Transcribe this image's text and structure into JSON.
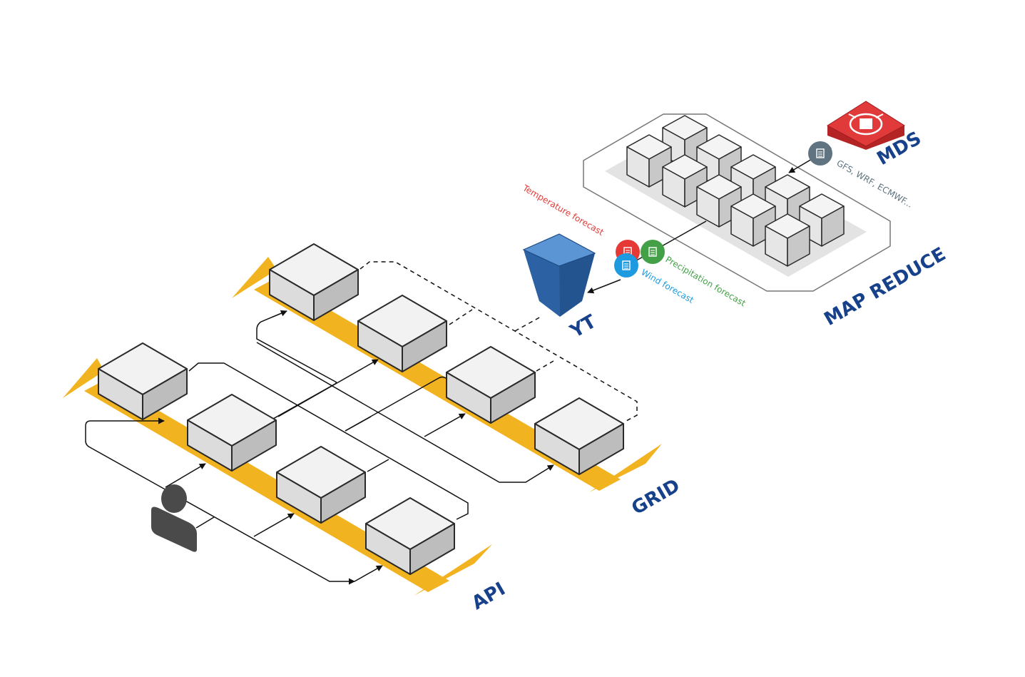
{
  "labels": {
    "api": "API",
    "grid": "GRID",
    "yt": "YT",
    "map_reduce": "MAP REDUCE",
    "mds": "MDS"
  },
  "data_labels": {
    "mds_sources": "GFS, WRF, ECMWF...",
    "temperature": "Temperature forecast",
    "precipitation": "Precipitation forecast",
    "wind": "Wind forecast"
  },
  "colors": {
    "band": "#f2b320",
    "label": "#17418a",
    "cube_top": "#f2f2f2",
    "cube_left": "#dcdcdc",
    "cube_right": "#bdbdbd",
    "bucket": "#3a78bd",
    "mds": "#d63030",
    "temperature": "#e53935",
    "precipitation": "#43a047",
    "wind": "#1e9be0",
    "source_badge": "#5f7480"
  },
  "icons": {
    "user": "user-icon",
    "bucket": "storage-bucket-icon",
    "mds": "mds-server-icon",
    "document": "document-icon"
  }
}
